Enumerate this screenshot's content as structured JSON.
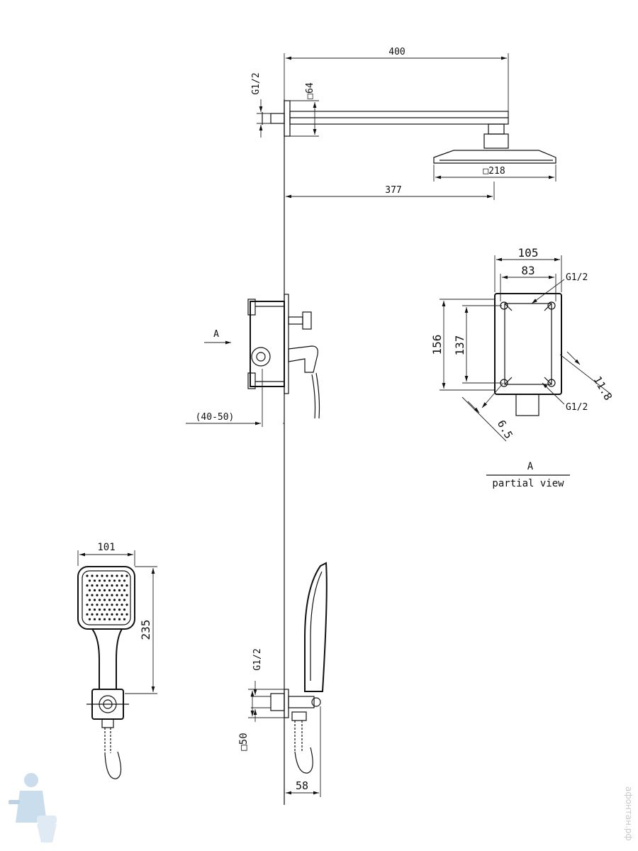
{
  "dimensions": {
    "arm_length": "400",
    "arm_square": "□64",
    "top_thread": "G1/2",
    "head_size": "□218",
    "head_offset": "377",
    "box_width_outer": "105",
    "box_width_inner": "83",
    "box_thread_top": "G1/2",
    "box_height_outer": "156",
    "box_height_inner": "137",
    "box_diag": "11.8",
    "box_thread_bottom": "G1/2",
    "box_offset": "6.5",
    "wall_depth": "(40-50)",
    "view_arrow": "A",
    "hand_width": "101",
    "hand_height": "235",
    "bottom_thread": "G1/2",
    "bracket_square": "□50",
    "bracket_depth": "58"
  },
  "partial_view": {
    "letter": "A",
    "caption": "partial view"
  },
  "watermark": "афонтан.рф"
}
